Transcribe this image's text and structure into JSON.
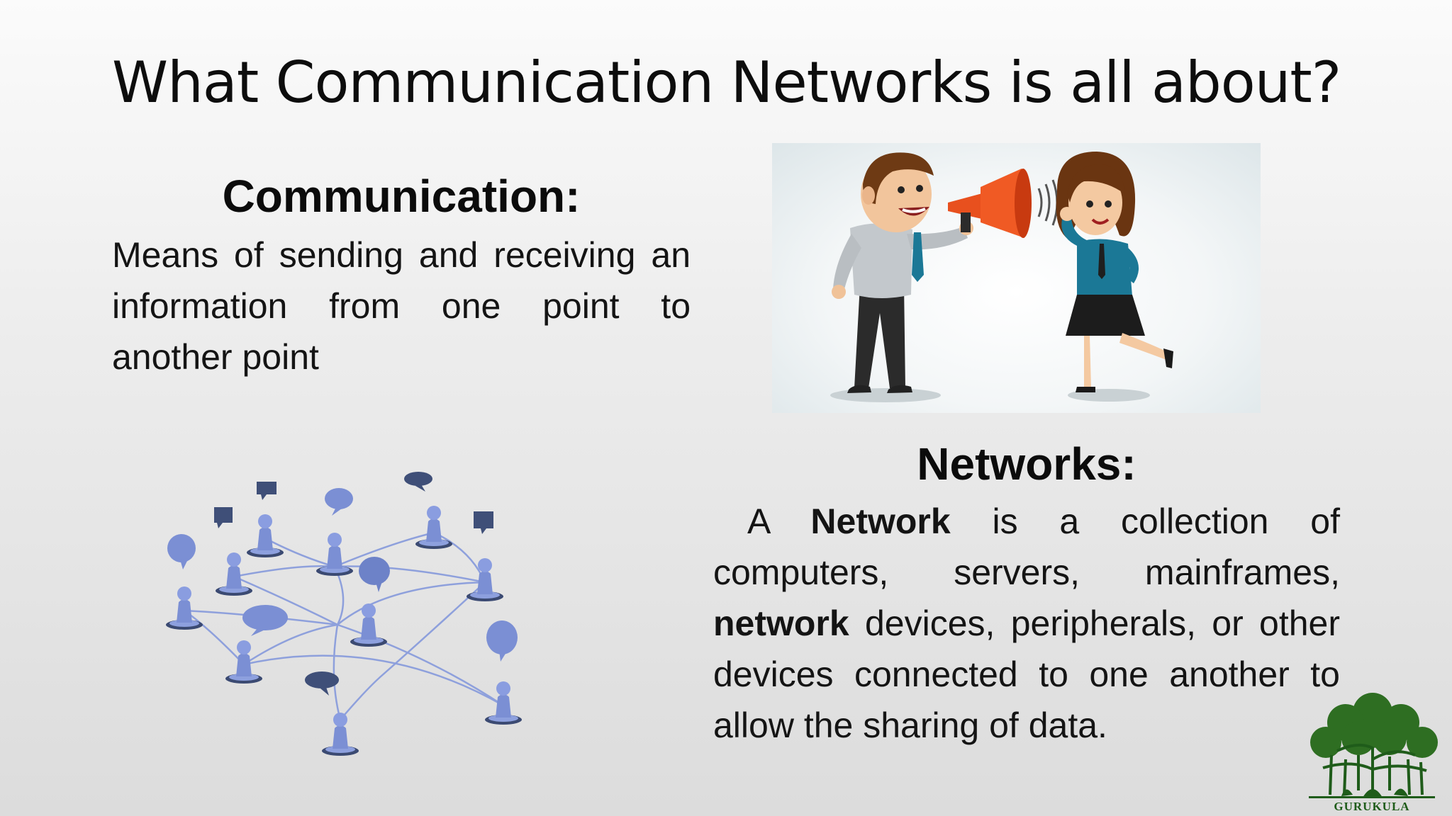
{
  "slide": {
    "title": "What Communication Networks is all about?"
  },
  "communication": {
    "heading": "Communication:",
    "body": "Means of sending and receiving an information from one point to another point"
  },
  "networks": {
    "heading": "Networks:",
    "body_part1": "A ",
    "body_bold1": "Network",
    "body_part2": " is a collection of computers, servers, mainframes, ",
    "body_bold2": "network",
    "body_part3": " devices, peripherals, or other devices connected to one another to allow the sharing of data."
  },
  "logo": {
    "text": "GURUKULA"
  },
  "colors": {
    "network_person": "#7b8fd4",
    "speech_bubble": "#3f4f78",
    "megaphone": "#e8501e",
    "shirt_teal": "#1b7896",
    "logo_green": "#1f5c1a"
  }
}
